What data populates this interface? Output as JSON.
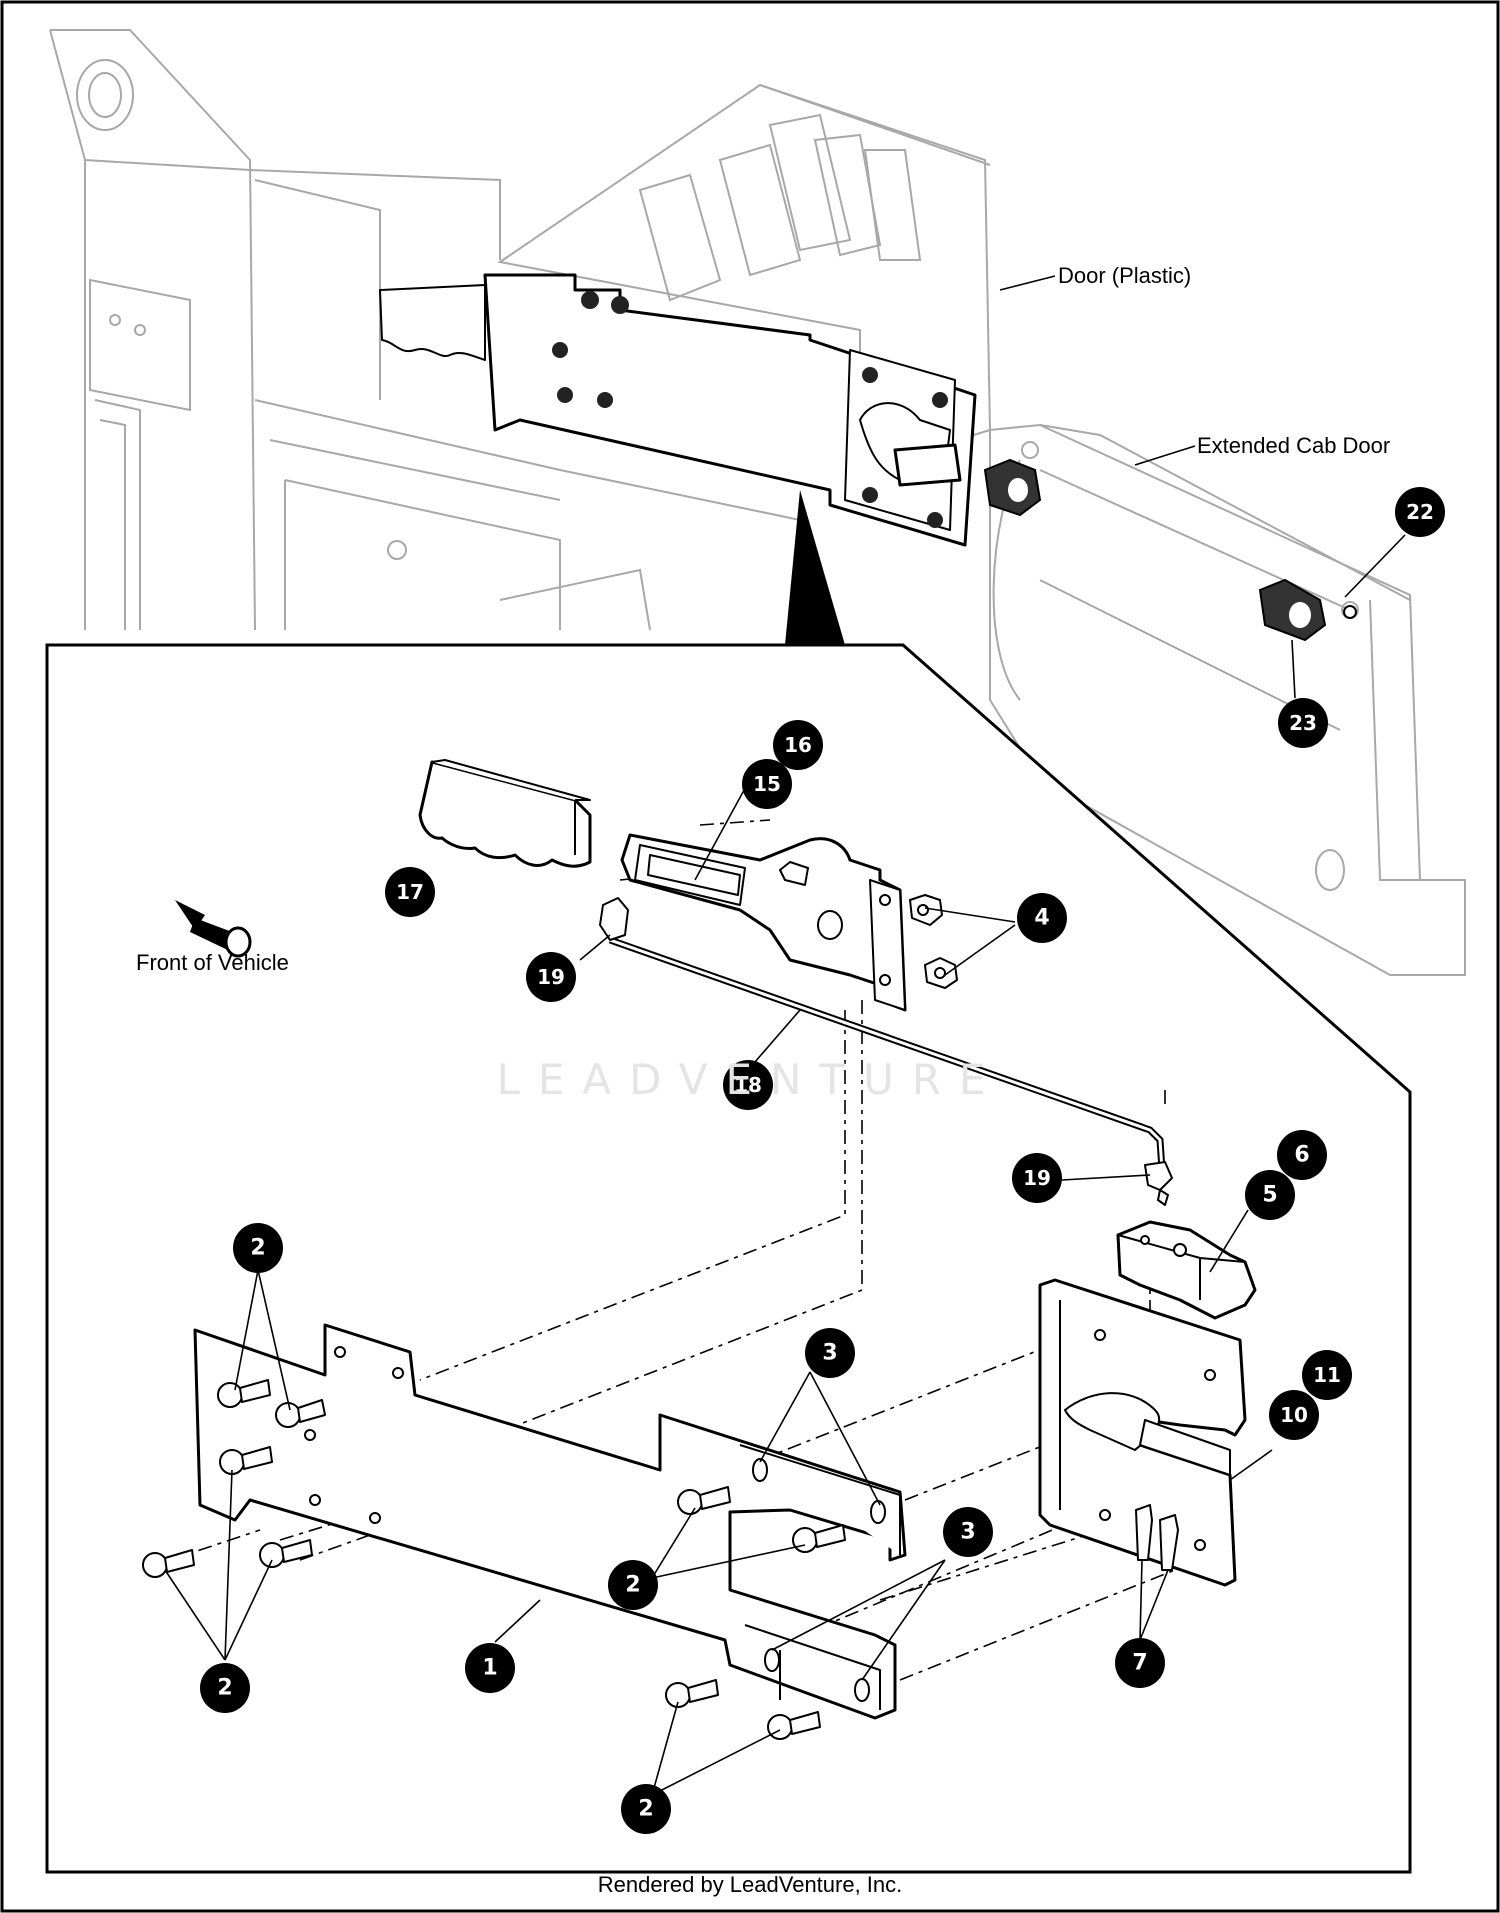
{
  "labels": {
    "door_plastic": "Door (Plastic)",
    "extended_cab_door": "Extended Cab Door",
    "front_of_vehicle": "Front of Vehicle"
  },
  "watermark": "LEADVENTURE",
  "footer": "Rendered by LeadVenture, Inc.",
  "callouts": {
    "c1": "1",
    "c2a": "2",
    "c2b": "2",
    "c2c": "2",
    "c2d": "2",
    "c3a": "3",
    "c3b": "3",
    "c4": "4",
    "c5": "5",
    "c6": "6",
    "c7": "7",
    "c10": "10",
    "c11": "11",
    "c15": "15",
    "c16": "16",
    "c17": "17",
    "c18": "18",
    "c19a": "19",
    "c19b": "19",
    "c22": "22",
    "c23": "23"
  },
  "colors": {
    "callout_fill": "#000000",
    "callout_text": "#ffffff",
    "background_lines": "#a8a8a8"
  }
}
